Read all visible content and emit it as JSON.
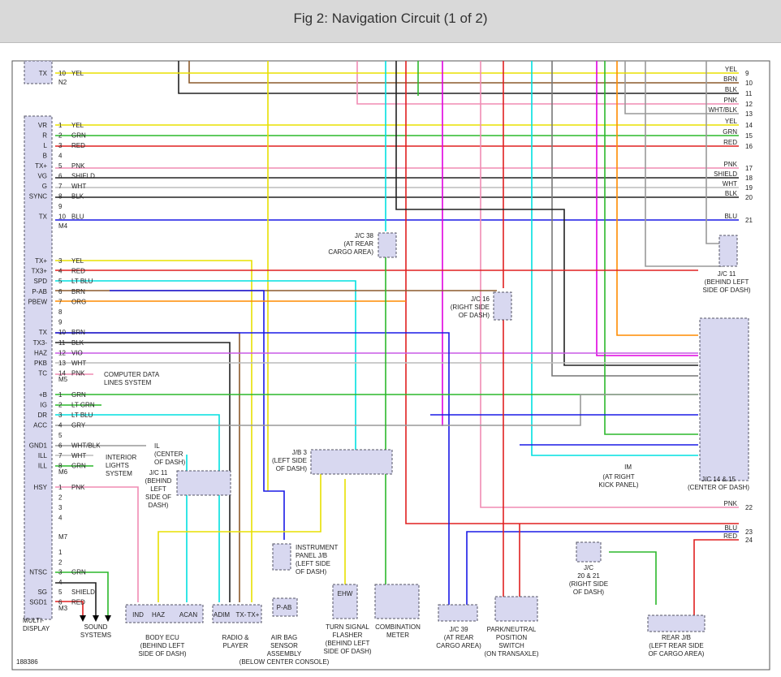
{
  "title": "Fig 2: Navigation Circuit (1 of 2)",
  "figure_code": "188386",
  "connectors": {
    "n2": "N2",
    "m4": "M4",
    "m5": "M5",
    "m6": "M6",
    "m7": "M7",
    "m3": "M3"
  },
  "left_block": {
    "pins_n2": [
      {
        "label": "TX",
        "num": "10",
        "color": "YEL"
      }
    ],
    "pins_m4": [
      {
        "label": "VR",
        "num": "1",
        "color": "YEL"
      },
      {
        "label": "R",
        "num": "2",
        "color": "GRN"
      },
      {
        "label": "L",
        "num": "3",
        "color": "RED"
      },
      {
        "label": "B",
        "num": "4",
        "color": ""
      },
      {
        "label": "TX+",
        "num": "5",
        "color": "PNK"
      },
      {
        "label": "VG",
        "num": "6",
        "color": "SHIELD"
      },
      {
        "label": "G",
        "num": "7",
        "color": "WHT"
      },
      {
        "label": "SYNC",
        "num": "8",
        "color": "BLK"
      },
      {
        "label": "",
        "num": "9",
        "color": ""
      },
      {
        "label": "TX",
        "num": "10",
        "color": "BLU"
      }
    ],
    "pins_m5": [
      {
        "label": "TX+",
        "num": "3",
        "color": "YEL"
      },
      {
        "label": "TX3+",
        "num": "4",
        "color": "RED"
      },
      {
        "label": "SPD",
        "num": "5",
        "color": "LT BLU"
      },
      {
        "label": "P-AB",
        "num": "6",
        "color": "BRN"
      },
      {
        "label": "PBEW",
        "num": "7",
        "color": "ORG"
      },
      {
        "label": "",
        "num": "8",
        "color": ""
      },
      {
        "label": "",
        "num": "9",
        "color": ""
      },
      {
        "label": "TX",
        "num": "10",
        "color": "BRN"
      },
      {
        "label": "TX3-",
        "num": "11",
        "color": "BLK"
      },
      {
        "label": "HAZ",
        "num": "12",
        "color": "VIO"
      },
      {
        "label": "PKB",
        "num": "13",
        "color": "WHT"
      },
      {
        "label": "TC",
        "num": "14",
        "color": "PNK"
      }
    ],
    "pins_m6": [
      {
        "label": "+B",
        "num": "1",
        "color": "GRN"
      },
      {
        "label": "IG",
        "num": "2",
        "color": "LT GRN"
      },
      {
        "label": "DR",
        "num": "3",
        "color": "LT BLU"
      },
      {
        "label": "ACC",
        "num": "4",
        "color": "GRY"
      },
      {
        "label": "",
        "num": "5",
        "color": ""
      },
      {
        "label": "GND1",
        "num": "6",
        "color": "WHT/BLK"
      },
      {
        "label": "ILL",
        "num": "7",
        "color": "WHT"
      },
      {
        "label": "ILL",
        "num": "8",
        "color": "GRN"
      }
    ],
    "pins_m7": [
      {
        "label": "HSY",
        "num": "1",
        "color": "PNK"
      },
      {
        "label": "",
        "num": "2",
        "color": ""
      },
      {
        "label": "",
        "num": "3",
        "color": ""
      },
      {
        "label": "",
        "num": "4",
        "color": ""
      }
    ],
    "pins_m3": [
      {
        "label": "",
        "num": "1",
        "color": ""
      },
      {
        "label": "",
        "num": "2",
        "color": ""
      },
      {
        "label": "NTSC",
        "num": "3",
        "color": "GRN"
      },
      {
        "label": "",
        "num": "4",
        "color": ""
      },
      {
        "label": "SG",
        "num": "5",
        "color": "SHIELD"
      },
      {
        "label": "SGD1",
        "num": "6",
        "color": "RED"
      }
    ],
    "name": [
      "MULTI-",
      "DISPLAY"
    ]
  },
  "right_pins": [
    {
      "num": "9",
      "color": "YEL"
    },
    {
      "num": "10",
      "color": "BRN"
    },
    {
      "num": "11",
      "color": "BLK"
    },
    {
      "num": "12",
      "color": "PNK"
    },
    {
      "num": "13",
      "color": "WHT/BLK"
    },
    {
      "num": "14",
      "color": "YEL"
    },
    {
      "num": "15",
      "color": "GRN"
    },
    {
      "num": "16",
      "color": "RED"
    },
    {
      "num": "17",
      "color": "PNK"
    },
    {
      "num": "18",
      "color": "SHIELD"
    },
    {
      "num": "19",
      "color": "WHT"
    },
    {
      "num": "20",
      "color": "BLK"
    },
    {
      "num": "21",
      "color": "BLU"
    },
    {
      "num": "22",
      "color": "PNK"
    },
    {
      "num": "23",
      "color": "BLU"
    },
    {
      "num": "24",
      "color": "RED"
    }
  ],
  "junctions": {
    "jc38": [
      "J/C 38",
      "(AT REAR",
      "CARGO AREA)"
    ],
    "jc16": [
      "J/C 16",
      "(RIGHT SIDE",
      "OF DASH)"
    ],
    "jc11r": [
      "J/C 11",
      "(BEHIND LEFT",
      "SIDE OF DASH)"
    ],
    "jc1415": [
      "J/C 14 & 15",
      "(CENTER OF DASH)"
    ],
    "jb3": [
      "J/B 3",
      "(LEFT SIDE",
      "OF DASH)"
    ],
    "jc11l": [
      "J/C 11",
      "(BEHIND",
      "LEFT",
      "SIDE OF",
      "DASH)"
    ],
    "ip_jb": [
      "INSTRUMENT",
      "PANEL J/B",
      "(LEFT SIDE",
      "OF DASH)"
    ],
    "jc2021": [
      "J/C",
      "20 & 21",
      "(RIGHT SIDE",
      "OF DASH)"
    ],
    "im": [
      "(AT RIGHT",
      "KICK PANEL)"
    ]
  },
  "misc_labels": {
    "computer": [
      "COMPUTER DATA",
      "LINES SYSTEM"
    ],
    "interior": [
      "INTERIOR",
      "LIGHTS",
      "SYSTEM"
    ],
    "gnd": [
      "IL",
      "(CENTER",
      "OF DASH)"
    ],
    "sound": [
      "SOUND",
      "SYSTEMS"
    ],
    "im_tag": "IM"
  },
  "components": {
    "body_ecu": {
      "pins": [
        "IND",
        "HAZ",
        "ACAN"
      ],
      "name": [
        "BODY ECU",
        "(BEHIND LEFT",
        "SIDE OF DASH)"
      ]
    },
    "radio": {
      "pins": [
        "ADIM",
        "TX-",
        "TX+"
      ],
      "name": [
        "RADIO &",
        "PLAYER"
      ]
    },
    "airbag": {
      "pins": [
        "P-AB"
      ],
      "name": [
        "AIR BAG",
        "SENSOR",
        "ASSEMBLY",
        "(BELOW CENTER CONSOLE)"
      ]
    },
    "flasher": {
      "pins": [
        "EHW"
      ],
      "name": [
        "TURN SIGNAL",
        "FLASHER",
        "(BEHIND LEFT",
        "SIDE OF DASH)"
      ]
    },
    "meter": {
      "pins": [],
      "name": [
        "COMBINATION",
        "METER"
      ]
    },
    "jc39": {
      "name": [
        "J/C 39",
        "(AT REAR",
        "CARGO AREA)"
      ]
    },
    "pnp": {
      "name": [
        "PARK/NEUTRAL",
        "POSITION",
        "SWITCH",
        "(ON TRANSAXLE)"
      ]
    },
    "rear_jb": {
      "name": [
        "REAR J/B",
        "(LEFT REAR SIDE",
        "OF CARGO AREA)"
      ]
    }
  }
}
